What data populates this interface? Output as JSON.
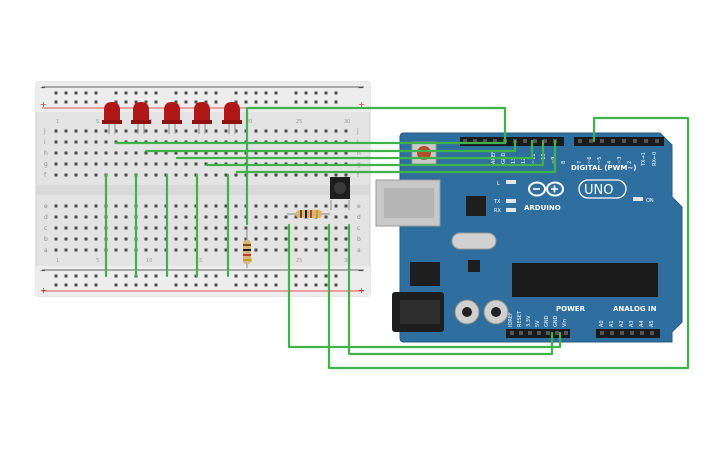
{
  "breadboard": {
    "row_letters_top": [
      "j",
      "i",
      "h",
      "g",
      "f"
    ],
    "row_letters_bottom": [
      "e",
      "d",
      "c",
      "b",
      "a"
    ],
    "plus_sign": "+",
    "minus_sign": "−",
    "column_numbers": [
      "1",
      "5",
      "10",
      "15",
      "20",
      "25",
      "30"
    ]
  },
  "leds": {
    "count": 5,
    "color": "#b01818"
  },
  "arduino": {
    "brand": "ARDUINO",
    "model": "UNO",
    "digital_label": "DIGITAL (PWM~)",
    "power_label": "POWER",
    "analog_label": "ANALOG IN",
    "on_label": "ON",
    "tx_label": "TX",
    "rx_label": "RX",
    "l_label": "L",
    "digital_pins": [
      "AREF",
      "GND",
      "13",
      "12",
      "~11",
      "~10",
      "~9",
      "8",
      "7",
      "~6",
      "~5",
      "4",
      "~3",
      "2",
      "TX→1",
      "RX←0"
    ],
    "power_pins": [
      "IOREF",
      "RESET",
      "3.3V",
      "5V",
      "GND",
      "GND",
      "Vin"
    ],
    "analog_pins": [
      "A0",
      "A1",
      "A2",
      "A3",
      "A4",
      "A5"
    ]
  },
  "colors": {
    "wire": "#3fb34a",
    "board": "#2f6f9f",
    "breadboard": "#e6e6e6",
    "resistor": "#d6b77a"
  }
}
